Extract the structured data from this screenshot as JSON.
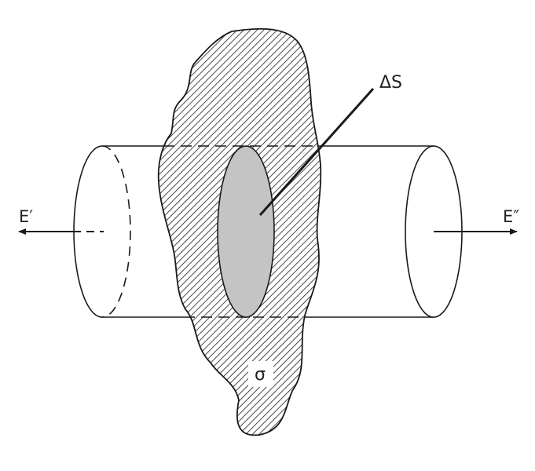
{
  "labels": {
    "delta_s": "ΔS",
    "e_left": "E′",
    "e_right": "E″",
    "sigma": "σ"
  },
  "colors": {
    "stroke": "#1a1a1a",
    "hatch": "#1a1a1a",
    "patch_fill": "#c4c4c4",
    "background": "#ffffff"
  }
}
